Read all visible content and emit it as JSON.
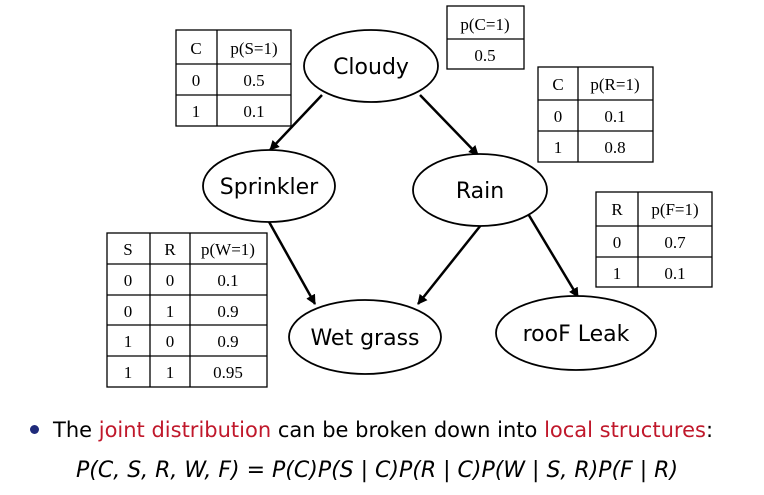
{
  "nodes": {
    "cloudy": "Cloudy",
    "sprinkler": "Sprinkler",
    "rain": "Rain",
    "wet_grass": "Wet grass",
    "roof_leak": "rooF Leak"
  },
  "cpts": {
    "cloudy": {
      "headers": [
        "p(C=1)"
      ],
      "rows": [
        [
          "0.5"
        ]
      ]
    },
    "sprinkler": {
      "headers": [
        "C",
        "p(S=1)"
      ],
      "rows": [
        [
          "0",
          "0.5"
        ],
        [
          "1",
          "0.1"
        ]
      ]
    },
    "rain": {
      "headers": [
        "C",
        "p(R=1)"
      ],
      "rows": [
        [
          "0",
          "0.1"
        ],
        [
          "1",
          "0.8"
        ]
      ]
    },
    "roof_leak": {
      "headers": [
        "R",
        "p(F=1)"
      ],
      "rows": [
        [
          "0",
          "0.7"
        ],
        [
          "1",
          "0.1"
        ]
      ]
    },
    "wet_grass": {
      "headers": [
        "S",
        "R",
        "p(W=1)"
      ],
      "rows": [
        [
          "0",
          "0",
          "0.1"
        ],
        [
          "0",
          "1",
          "0.9"
        ],
        [
          "1",
          "0",
          "0.9"
        ],
        [
          "1",
          "1",
          "0.95"
        ]
      ]
    }
  },
  "text": {
    "bullet_intro": "The ",
    "bullet_highlight1": "joint distribution",
    "bullet_middle": " can be broken down into ",
    "bullet_highlight2": "local structures",
    "bullet_end": ":",
    "formula": "P(C, S, R, W, F) = P(C)P(S | C)P(R | C)P(W | S, R)P(F | R)"
  },
  "colors": {
    "highlight": "#c0182b",
    "bullet": "#1f2a7a"
  }
}
